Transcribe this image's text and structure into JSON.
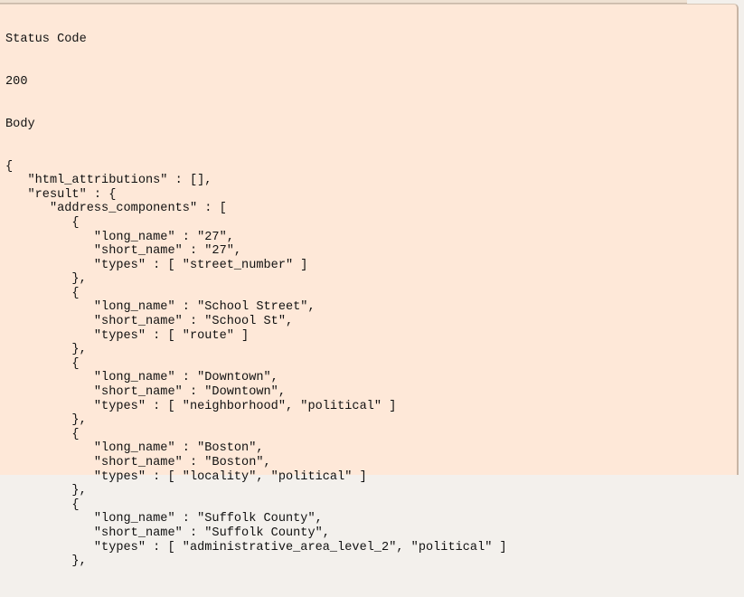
{
  "response": {
    "status_label": "Status Code",
    "status_value": "200",
    "body_label": "Body",
    "body_lines": [
      "{",
      "   \"html_attributions\" : [],",
      "   \"result\" : {",
      "      \"address_components\" : [",
      "         {",
      "            \"long_name\" : \"27\",",
      "            \"short_name\" : \"27\",",
      "            \"types\" : [ \"street_number\" ]",
      "         },",
      "         {",
      "            \"long_name\" : \"School Street\",",
      "            \"short_name\" : \"School St\",",
      "            \"types\" : [ \"route\" ]",
      "         },",
      "         {",
      "            \"long_name\" : \"Downtown\",",
      "            \"short_name\" : \"Downtown\",",
      "            \"types\" : [ \"neighborhood\", \"political\" ]",
      "         },",
      "         {",
      "            \"long_name\" : \"Boston\",",
      "            \"short_name\" : \"Boston\",",
      "            \"types\" : [ \"locality\", \"political\" ]",
      "         },",
      "         {",
      "            \"long_name\" : \"Suffolk County\",",
      "            \"short_name\" : \"Suffolk County\",",
      "            \"types\" : [ \"administrative_area_level_2\", \"political\" ]",
      "         },"
    ]
  }
}
